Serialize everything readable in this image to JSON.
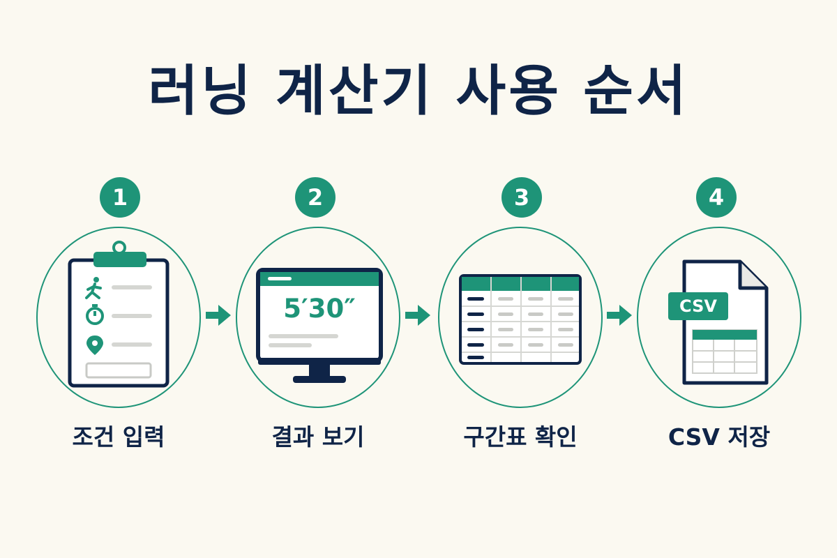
{
  "title": "러닝 계산기 사용 순서",
  "steps": [
    {
      "number": "1",
      "label": "조건 입력",
      "icon": "clipboard-icon"
    },
    {
      "number": "2",
      "label": "결과 보기",
      "icon": "monitor-icon",
      "display_value": "5′30″"
    },
    {
      "number": "3",
      "label": "구간표 확인",
      "icon": "table-icon"
    },
    {
      "number": "4",
      "label": "CSV 저장",
      "icon": "csv-file-icon",
      "file_tag": "CSV"
    }
  ],
  "colors": {
    "accent": "#1e9478",
    "navy": "#0f2447",
    "background": "#fbf9f1"
  }
}
